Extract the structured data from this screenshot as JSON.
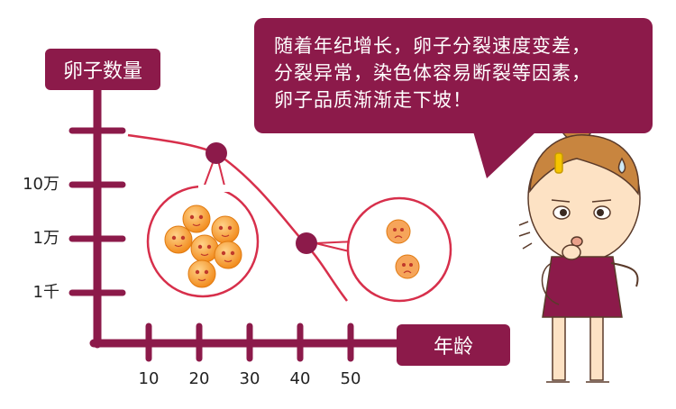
{
  "colors": {
    "accent": "#8c1a4a",
    "egg_fill": "#f28c1e",
    "egg_highlight": "#ffd38a",
    "skin": "#fde2c4"
  },
  "axis": {
    "y_title": "卵子数量",
    "x_title": "年龄",
    "y_ticks": [
      "10万",
      "1万",
      "1千"
    ],
    "x_ticks": [
      "10",
      "20",
      "30",
      "40",
      "50"
    ]
  },
  "speech_bubble": {
    "lines": [
      "随着年纪增长，卵子分裂速度变差，",
      "分裂异常，染色体容易断裂等因素，",
      "卵子品质渐渐走下坡！"
    ]
  },
  "callouts": {
    "young_eggs_count": 6,
    "older_eggs_count": 2
  },
  "icons": {
    "egg": "egg-cell-icon",
    "girl": "thinking-girl-illustration"
  }
}
